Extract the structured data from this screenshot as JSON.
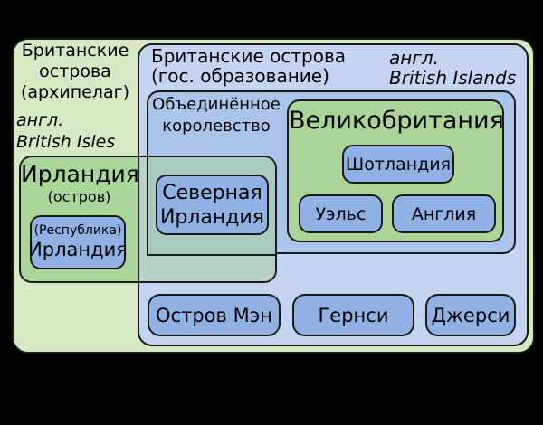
{
  "colors": {
    "background": "#000000",
    "border": "#1a1a1a",
    "archipelago_green": "#d6e8c4",
    "state_blue": "#c5d5f1",
    "uk_blue": "#aac4ea",
    "land_green": "#abd499",
    "overlap_teal_dark": "#a9cabf",
    "overlap_teal_light": "#b7d3c6",
    "entity_blue": "#8fb1e3"
  },
  "archipelago": {
    "title_line1": "Британские",
    "title_line2": "острова",
    "title_line3": "(архипелаг)",
    "eng_prefix": "англ.",
    "eng_name": "British Isles"
  },
  "islands_state": {
    "title_line1": "Британские острова",
    "title_line2": "(гос. образование)",
    "eng_prefix": "англ.",
    "eng_name": "British Islands"
  },
  "united_kingdom": {
    "label_line1": "Объединённое",
    "label_line2": "королевство"
  },
  "great_britain": {
    "label": "Великобритания",
    "scotland": "Шотландия",
    "wales": "Уэльс",
    "england": "Англия"
  },
  "ireland_island": {
    "label": "Ирландия",
    "sublabel": "(остров)",
    "republic_line1": "(Республика)",
    "republic_line2": "Ирландия"
  },
  "northern_ireland": {
    "line1": "Северная",
    "line2": "Ирландия"
  },
  "crown_dependencies": {
    "isle_of_man": "Остров Мэн",
    "guernsey": "Гернси",
    "jersey": "Джерси"
  }
}
